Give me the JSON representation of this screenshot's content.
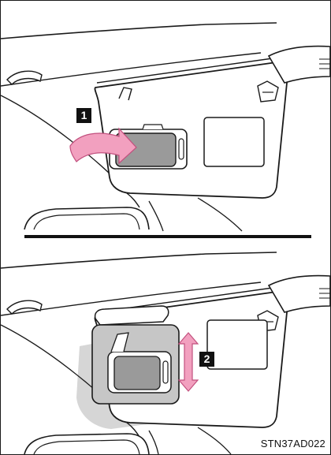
{
  "steps": [
    {
      "label": "1"
    },
    {
      "label": "2"
    }
  ],
  "figure_code": "STN37AD022",
  "colors": {
    "line": "#1a1a1a",
    "visor_fill": "#ffffff",
    "arrow_pink": "#f2a0bf",
    "arrow_pink_edge": "#c2507e",
    "mirror_gray": "#9a9a9a",
    "shadow_gray": "#d6d6d6",
    "cover_fill": "#c6c6c6"
  },
  "icons": [
    "curved-arrow-icon",
    "double-arrow-icon"
  ]
}
